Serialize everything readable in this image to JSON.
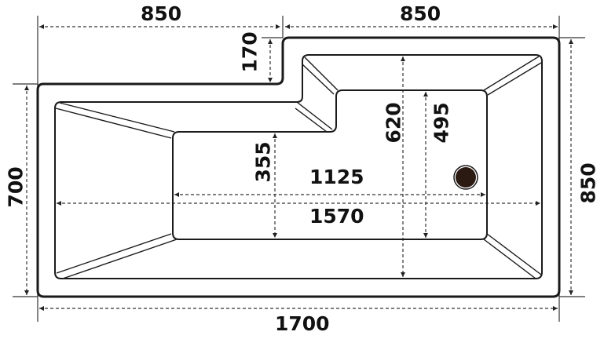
{
  "diagram": {
    "subject": "L-shaped bath top-view dimension drawing",
    "units": "mm",
    "colors": {
      "line": "#1a1a1a",
      "drain": "#2b1a12",
      "background": "#ffffff"
    },
    "dimensions": {
      "top_left_width": "850",
      "top_right_width": "850",
      "step_height": "170",
      "left_height": "700",
      "right_height": "850",
      "total_length": "1700",
      "inner_length": "1570",
      "floor_length": "1125",
      "inner_width": "620",
      "floor_width": "495",
      "floor_left_width": "355"
    },
    "features": [
      "outer-rim",
      "inner-basin",
      "basin-floor",
      "drain-plug"
    ]
  }
}
